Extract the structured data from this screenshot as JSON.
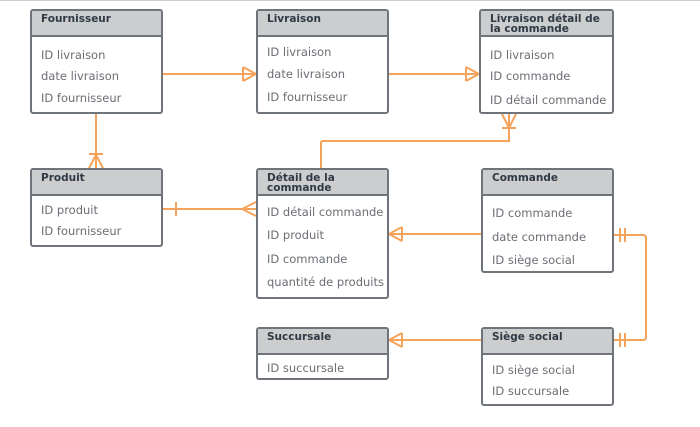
{
  "diagram": {
    "line_color": "#f5a35a",
    "entities": {
      "fournisseur": {
        "title": "Fournisseur",
        "attrs": [
          "ID livraison",
          "date livraison",
          "ID fournisseur"
        ]
      },
      "livraison": {
        "title": "Livraison",
        "attrs": [
          "ID livraison",
          "date livraison",
          "ID fournisseur"
        ]
      },
      "livraison_detail": {
        "title": "Livraison détail de la commande",
        "attrs": [
          "ID livraison",
          "ID commande",
          "ID détail commande"
        ]
      },
      "produit": {
        "title": "Produit",
        "attrs": [
          "ID produit",
          "ID fournisseur"
        ]
      },
      "detail_commande": {
        "title": "Détail de la commande",
        "attrs": [
          "ID détail commande",
          "ID produit",
          "ID commande",
          "quantité de produits"
        ]
      },
      "commande": {
        "title": "Commande",
        "attrs": [
          "ID commande",
          "date commande",
          "ID siège social"
        ]
      },
      "succursale": {
        "title": "Succursale",
        "attrs": [
          "ID succursale"
        ]
      },
      "siege_social": {
        "title": "Siège social",
        "attrs": [
          "ID siège social",
          "ID succursale"
        ]
      }
    }
  }
}
